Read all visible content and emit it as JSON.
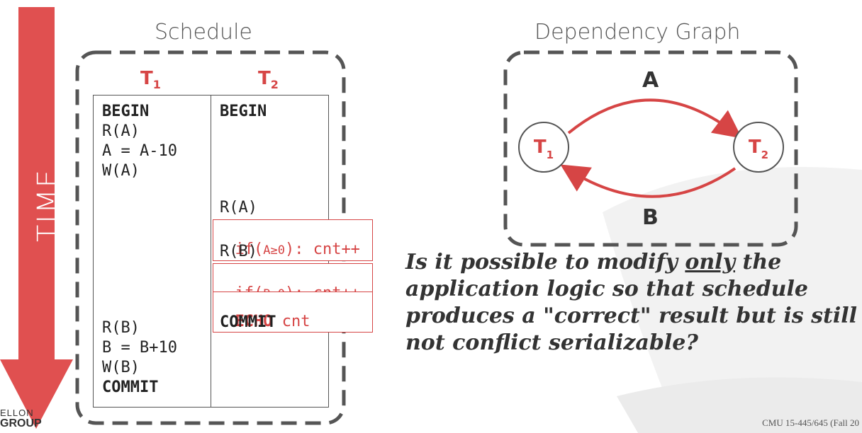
{
  "slide": {
    "time_label": "TIME",
    "schedule_title": "Schedule",
    "graph_title": "Dependency Graph",
    "t1": {
      "letter": "T",
      "sub": "1"
    },
    "t2": {
      "letter": "T",
      "sub": "2"
    },
    "t1_ops": [
      "BEGIN",
      "R(A)",
      "A = A-10",
      "W(A)",
      "R(B)",
      "B = B+10",
      "W(B)",
      "COMMIT"
    ],
    "t2_ops": [
      "BEGIN",
      "R(A)",
      "R(B)",
      "COMMIT"
    ],
    "inserted": {
      "if_a_prefix": "if(",
      "if_a_cond": "A≥0",
      "if_a_suffix": "): cnt++",
      "if_b_prefix": "if(",
      "if_b_cond": "B≥0",
      "if_b_suffix": "): cnt++",
      "echo_kw": "ECHO",
      "echo_arg": " cnt"
    },
    "edge_a": "A",
    "edge_b": "B",
    "question_part1": "Is it possible to modify ",
    "question_only": "only",
    "question_part2": " the application logic so that schedule produces a \"correct\" result but is still not conflict serializable?",
    "logo_top": "ELLON",
    "logo_bottom": "GROUP",
    "footer": "CMU 15-445/645 (Fall 20"
  },
  "colors": {
    "accent": "#d64545",
    "arrow": "#e05050",
    "text": "#333333",
    "border": "#555555"
  }
}
